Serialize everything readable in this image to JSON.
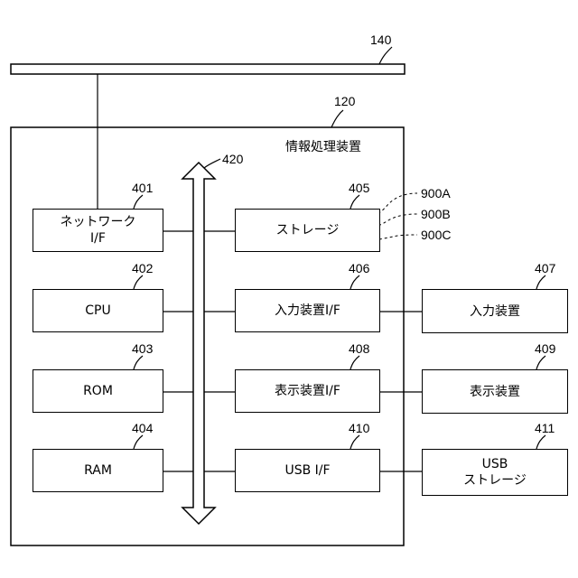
{
  "refs": {
    "bus_140": "140",
    "device_120": "120",
    "bus_420": "420",
    "b401": "401",
    "b402": "402",
    "b403": "403",
    "b404": "404",
    "b405": "405",
    "b406": "406",
    "b407": "407",
    "b408": "408",
    "b409": "409",
    "b410": "410",
    "b411": "411",
    "d900a": "900A",
    "d900b": "900B",
    "d900c": "900C"
  },
  "device_title": "情報処理装置",
  "blocks": {
    "network_if": {
      "line1": "ネットワーク",
      "line2": "I/F"
    },
    "cpu": "CPU",
    "rom": "ROM",
    "ram": "RAM",
    "storage": "ストレージ",
    "input_if": "入力装置I/F",
    "display_if": "表示装置I/F",
    "usb_if": "USB I/F",
    "input_device": "入力装置",
    "display_device": "表示装置",
    "usb_storage": {
      "line1": "USB",
      "line2": "ストレージ"
    }
  }
}
